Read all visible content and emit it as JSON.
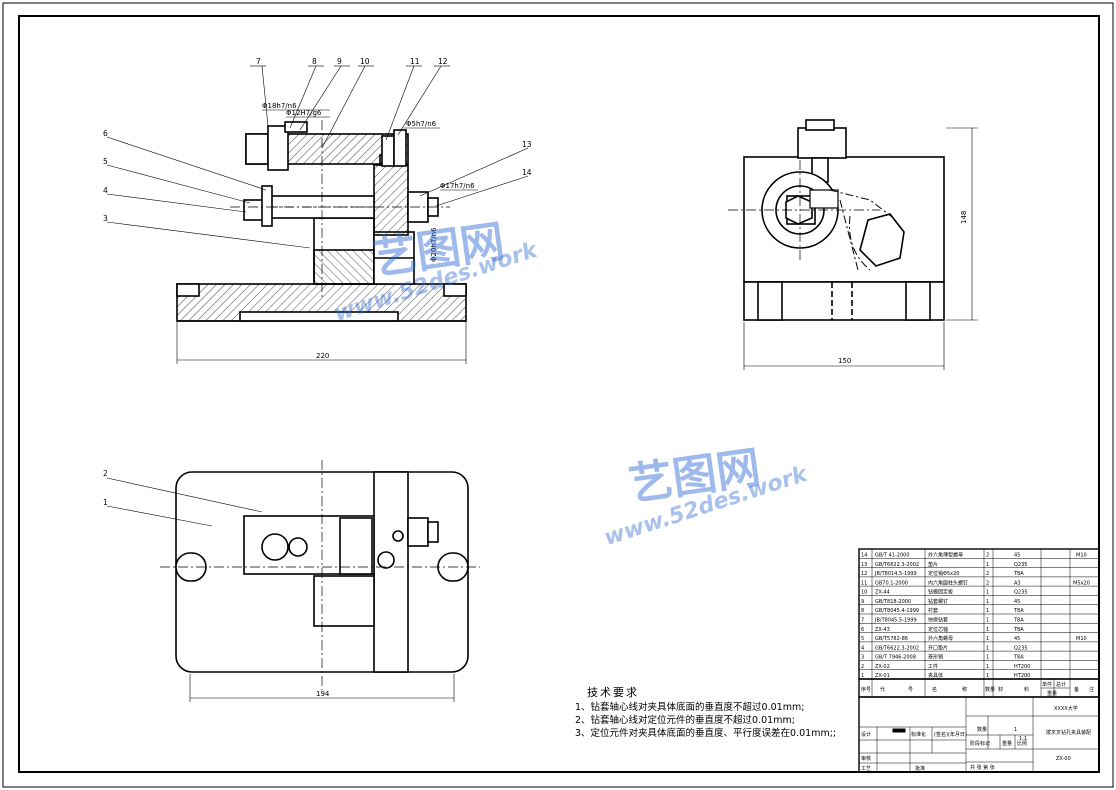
{
  "drawing": {
    "dimensions": {
      "front_width": "220",
      "side_width": "150",
      "side_height": "148",
      "plan_width": "194",
      "fit_18": "Φ18h7/n6",
      "fit_12": "Φ12H7/g6",
      "fit_5": "Φ5h7/n6",
      "fit_17": "Φ17h7/n6",
      "fit_20": "Φ20h7/n6"
    },
    "balloons_front": [
      "7",
      "8",
      "9",
      "10",
      "11",
      "12",
      "6",
      "5",
      "4",
      "3",
      "13",
      "14"
    ],
    "balloons_plan": [
      "2",
      "1"
    ]
  },
  "watermark": {
    "brand": "艺图网",
    "url": "www.52des.work"
  },
  "technical_requirements": {
    "title": "技术要求",
    "items": [
      "1、钻套轴心线对夹具体底面的垂直度不超过0.01mm;",
      "2、钻套轴心线对定位元件的垂直度不超过0.01mm;",
      "3、定位元件对夹具体底面的垂直度、平行度误差在0.01mm;;"
    ]
  },
  "parts_list": {
    "rows": [
      {
        "no": "14",
        "code": "GB/T 41-2000",
        "name": "外六角薄型螺母",
        "qty": "2",
        "material": "45",
        "note": "M10"
      },
      {
        "no": "13",
        "code": "GB/T6622.3-2002",
        "name": "垫片",
        "qty": "1",
        "material": "Q235",
        "note": ""
      },
      {
        "no": "12",
        "code": "JB/T8014.5-1999",
        "name": "定位销Φ5x20",
        "qty": "2",
        "material": "T8A",
        "note": ""
      },
      {
        "no": "11",
        "code": "GB70.1-2000",
        "name": "内六角圆柱头螺钉",
        "qty": "2",
        "material": "A3",
        "note": "M5x20"
      },
      {
        "no": "10",
        "code": "ZX-44",
        "name": "钻模固定板",
        "qty": "1",
        "material": "Q235",
        "note": ""
      },
      {
        "no": "9",
        "code": "GB/T818-2000",
        "name": "钻套螺钉",
        "qty": "1",
        "material": "45",
        "note": ""
      },
      {
        "no": "8",
        "code": "GB/T8045.4-1999",
        "name": "衬套",
        "qty": "1",
        "material": "T8A",
        "note": ""
      },
      {
        "no": "7",
        "code": "JB/T8045.5-1999",
        "name": "快换钻套",
        "qty": "1",
        "material": "T8A",
        "note": ""
      },
      {
        "no": "6",
        "code": "ZX-43",
        "name": "定位芯轴",
        "qty": "1",
        "material": "T8A",
        "note": ""
      },
      {
        "no": "5",
        "code": "GB/T5782-86",
        "name": "外六角螺母",
        "qty": "1",
        "material": "45",
        "note": "M10"
      },
      {
        "no": "4",
        "code": "GB/T6622.3-2002",
        "name": "开口垫片",
        "qty": "1",
        "material": "Q235",
        "note": ""
      },
      {
        "no": "3",
        "code": "GB/T 7946-2008",
        "name": "菱形销",
        "qty": "1",
        "material": "T8A",
        "note": ""
      },
      {
        "no": "2",
        "code": "ZX-02",
        "name": "工件",
        "qty": "1",
        "material": "HT200",
        "note": ""
      },
      {
        "no": "1",
        "code": "ZX-01",
        "name": "夹具体",
        "qty": "1",
        "material": "HT200",
        "note": ""
      }
    ],
    "header": [
      "序号",
      "代",
      "号",
      "名",
      "称",
      "数量",
      "材",
      "料",
      "单件",
      "总计",
      "备",
      "注"
    ],
    "weight": "重量"
  },
  "title_block": {
    "company": "XXXX大学",
    "drawing_title": "拨叉叉钻孔夹具装配",
    "drawing_no": "ZX-00",
    "scale": "1:1",
    "qty_label": "数量",
    "qty_value": "1",
    "weight_label": "重量",
    "scale_label": "比例",
    "stage_label": "阶段标记",
    "sheet_label": "共 张 第 张",
    "designer": "设计",
    "checker": "审核",
    "process": "工艺",
    "approve": "批准",
    "standard": "标准化",
    "std_label": "(签名)(年月日)"
  }
}
